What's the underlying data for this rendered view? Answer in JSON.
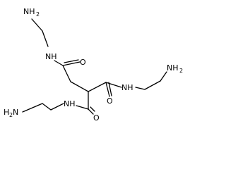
{
  "molecule": {
    "labels": {
      "nh2_top": "NH",
      "nh2_top_sub": "2",
      "nh_top": "NH",
      "o_top": "O",
      "o_mid": "O",
      "nh_right": "NH",
      "nh2_right": "NH",
      "nh2_right_sub": "2",
      "nh2_bottom": "H",
      "nh2_bottom_sub": "2",
      "nh2_bottom_n": "N",
      "nh_bottom": "NH",
      "o_bottom": "O"
    }
  }
}
